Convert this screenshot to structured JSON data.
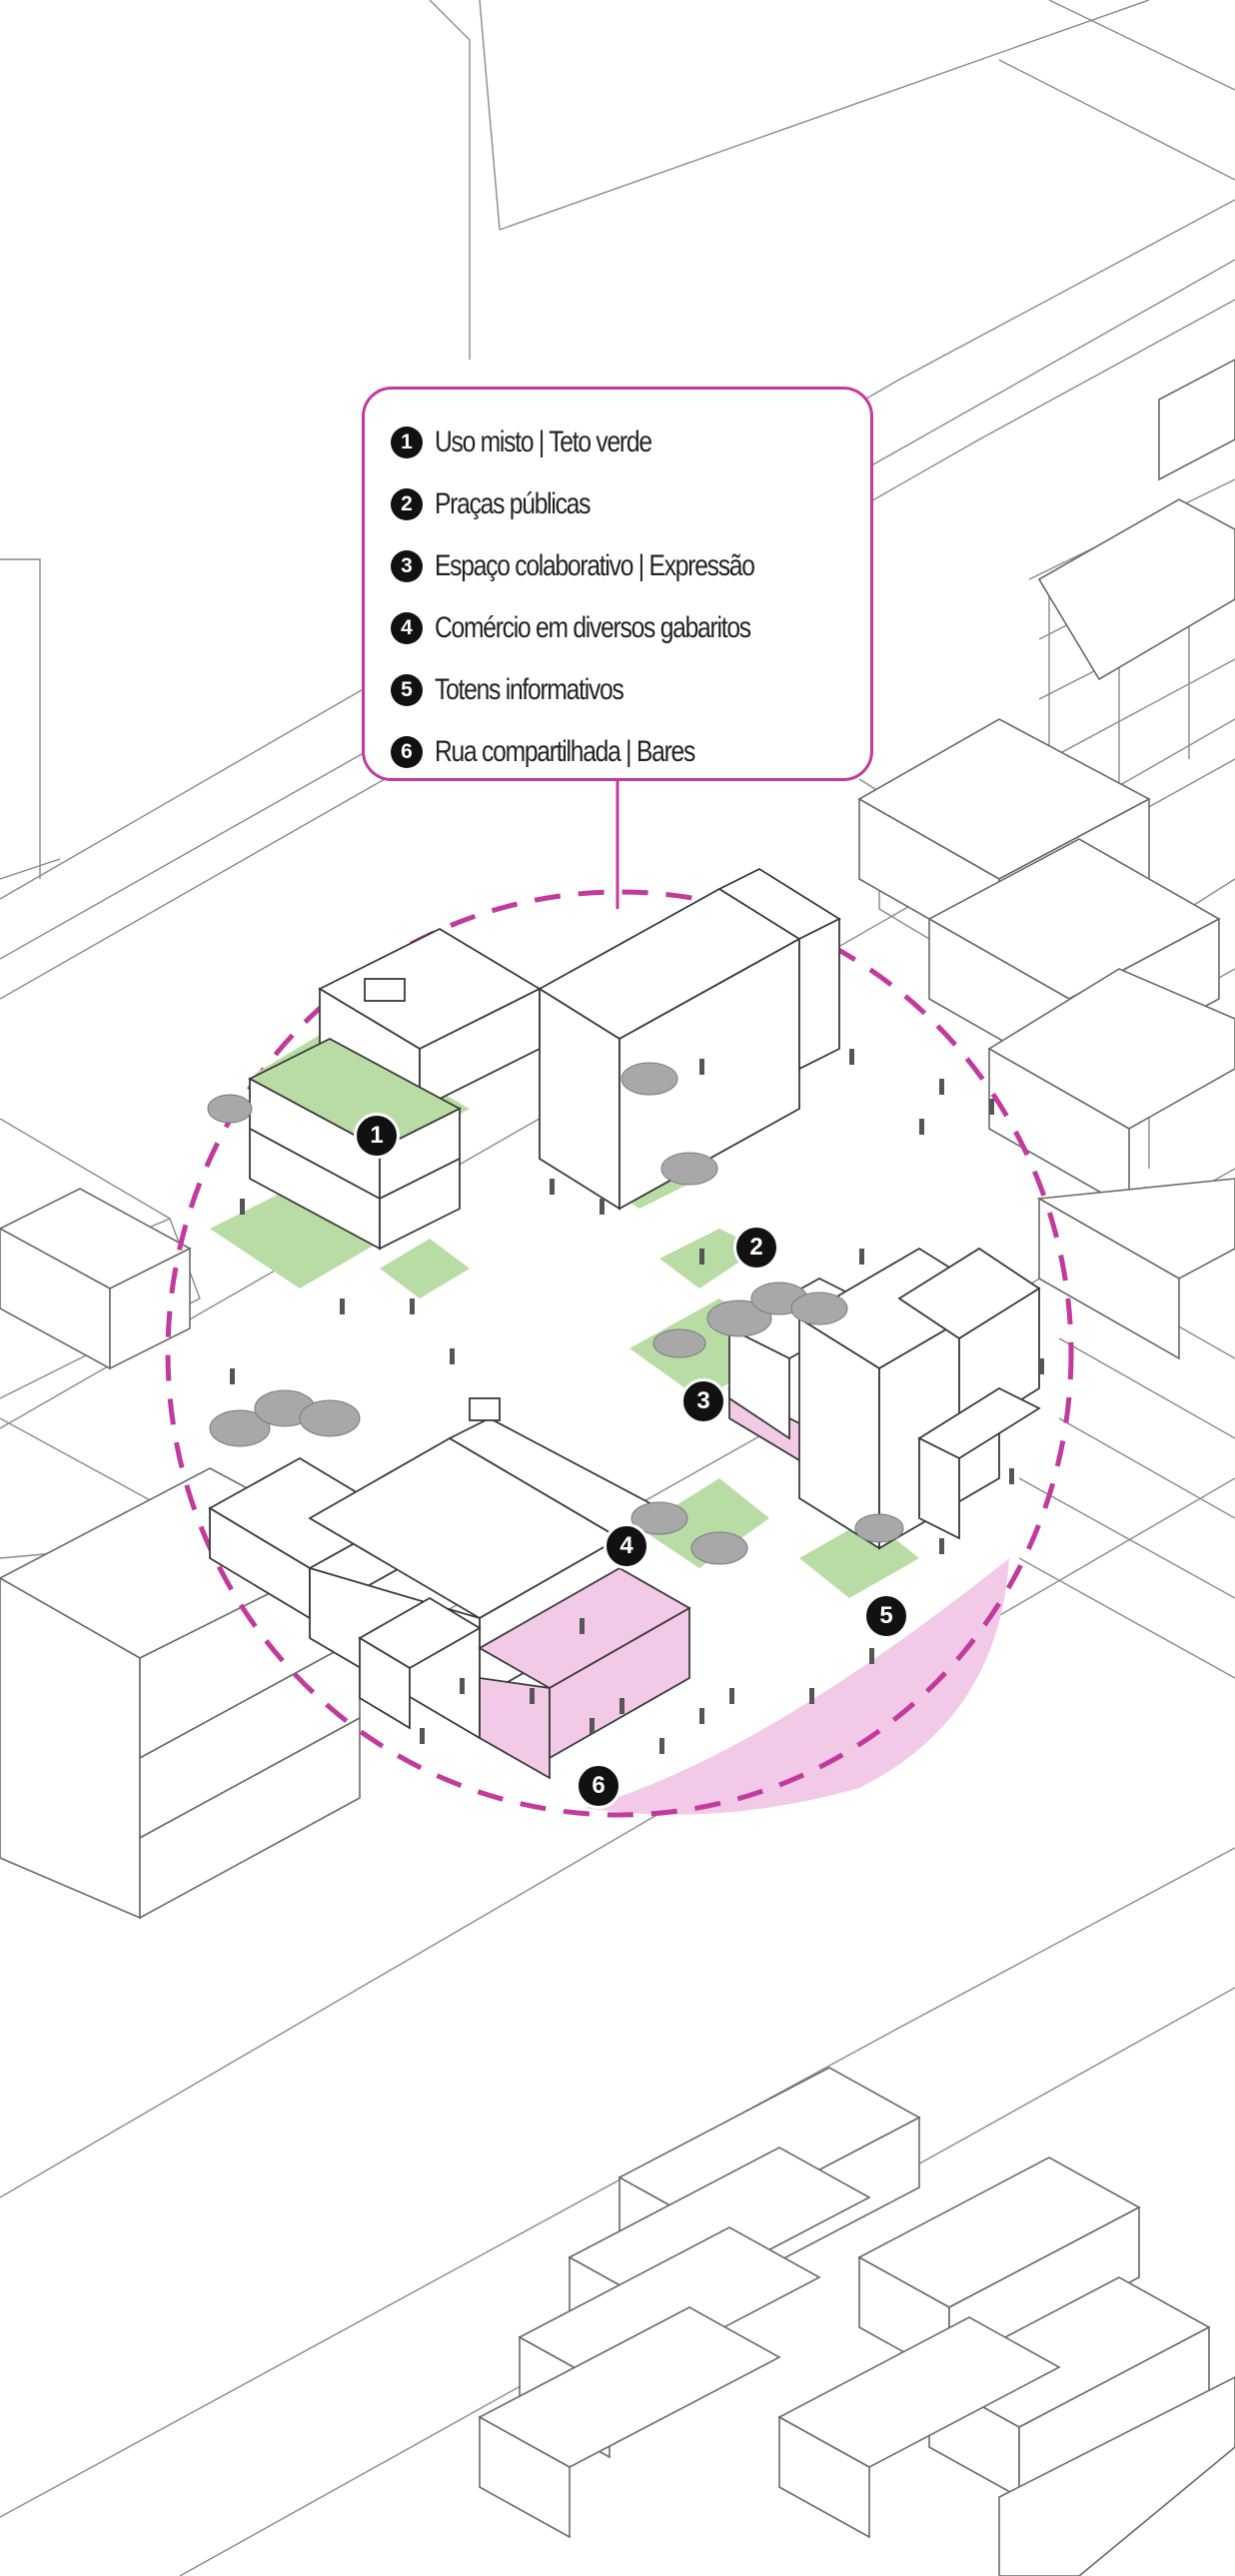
{
  "legend": {
    "items": [
      {
        "num": "1",
        "label": "Uso misto | Teto verde"
      },
      {
        "num": "2",
        "label": "Praças públicas"
      },
      {
        "num": "3",
        "label": "Espaço colaborativo | Expressão"
      },
      {
        "num": "4",
        "label": "Comércio em diversos gabaritos"
      },
      {
        "num": "5",
        "label": "Totens informativos"
      },
      {
        "num": "6",
        "label": "Rua compartilhada | Bares"
      }
    ]
  },
  "markers": [
    "1",
    "2",
    "3",
    "4",
    "5",
    "6"
  ],
  "colors": {
    "accent": "#c23a9e",
    "green": "#b9dca5",
    "pink": "#f2c9e6",
    "line": "#555555",
    "tree": "#9a9a9a"
  }
}
